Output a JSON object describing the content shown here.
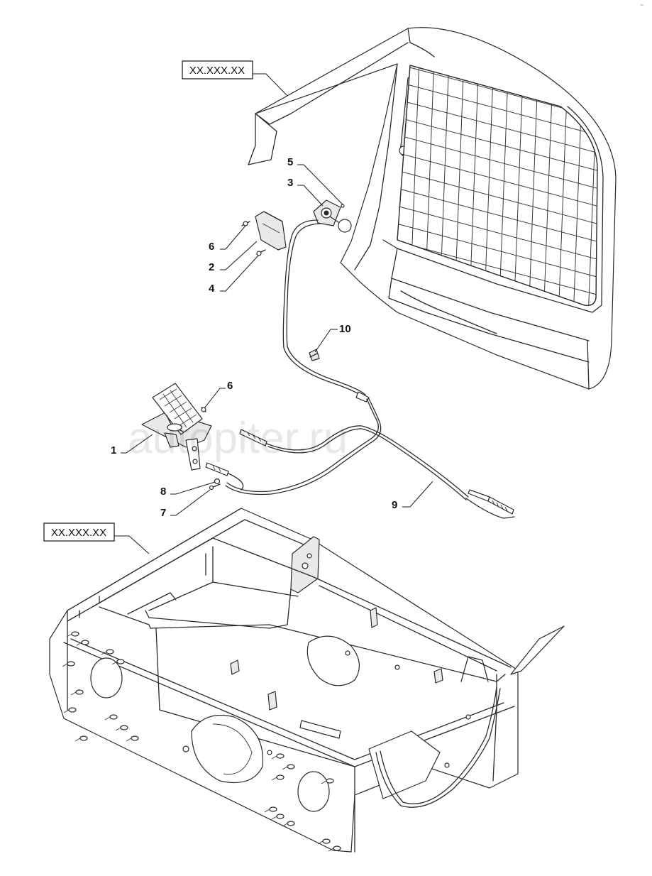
{
  "references": [
    {
      "id": "ref-top",
      "text": "XX.XXX.XX"
    },
    {
      "id": "ref-bottom",
      "text": "XX.XXX.XX"
    }
  ],
  "callouts": [
    {
      "id": "5",
      "text": "5"
    },
    {
      "id": "3",
      "text": "3"
    },
    {
      "id": "6a",
      "text": "6"
    },
    {
      "id": "2",
      "text": "2"
    },
    {
      "id": "4",
      "text": "4"
    },
    {
      "id": "10",
      "text": "10"
    },
    {
      "id": "6b",
      "text": "6"
    },
    {
      "id": "1",
      "text": "1"
    },
    {
      "id": "8",
      "text": "8"
    },
    {
      "id": "7",
      "text": "7"
    },
    {
      "id": "9",
      "text": "9"
    }
  ],
  "watermark": "autopiter.ru",
  "corner_mark": "~"
}
